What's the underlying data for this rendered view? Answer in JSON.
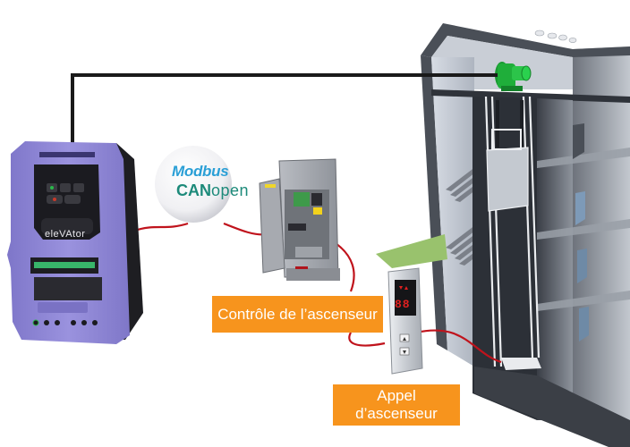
{
  "diagram": {
    "title": "Elevator drive system overview",
    "labels": {
      "control": "Contrôle de l’ascenseur",
      "call_line1": "Appel",
      "call_line2": "d’ascenseur"
    },
    "protocols": {
      "modbus": "Modbus",
      "can_bold": "CAN",
      "can_thin": "open"
    },
    "drive": {
      "brand": "eleVAtor",
      "keypad_keys": [
        "start",
        "mode",
        "up",
        "stop",
        "down"
      ]
    },
    "call_panel": {
      "display": "88",
      "buttons": [
        "up",
        "down"
      ]
    },
    "components": [
      "variable-frequency-drive",
      "fieldbus-protocols",
      "elevator-controller-cabinet",
      "landing-call-panel",
      "elevator-building",
      "traction-motor"
    ],
    "colors": {
      "label_bg": "#f7941d",
      "drive_body": "#8f87d6",
      "motor": "#1fae3a",
      "signal_cable": "#c0131c",
      "power_cable": "#1a1a1a",
      "modbus_text": "#2a9fd6",
      "canopen_text": "#1d8a7a"
    }
  }
}
